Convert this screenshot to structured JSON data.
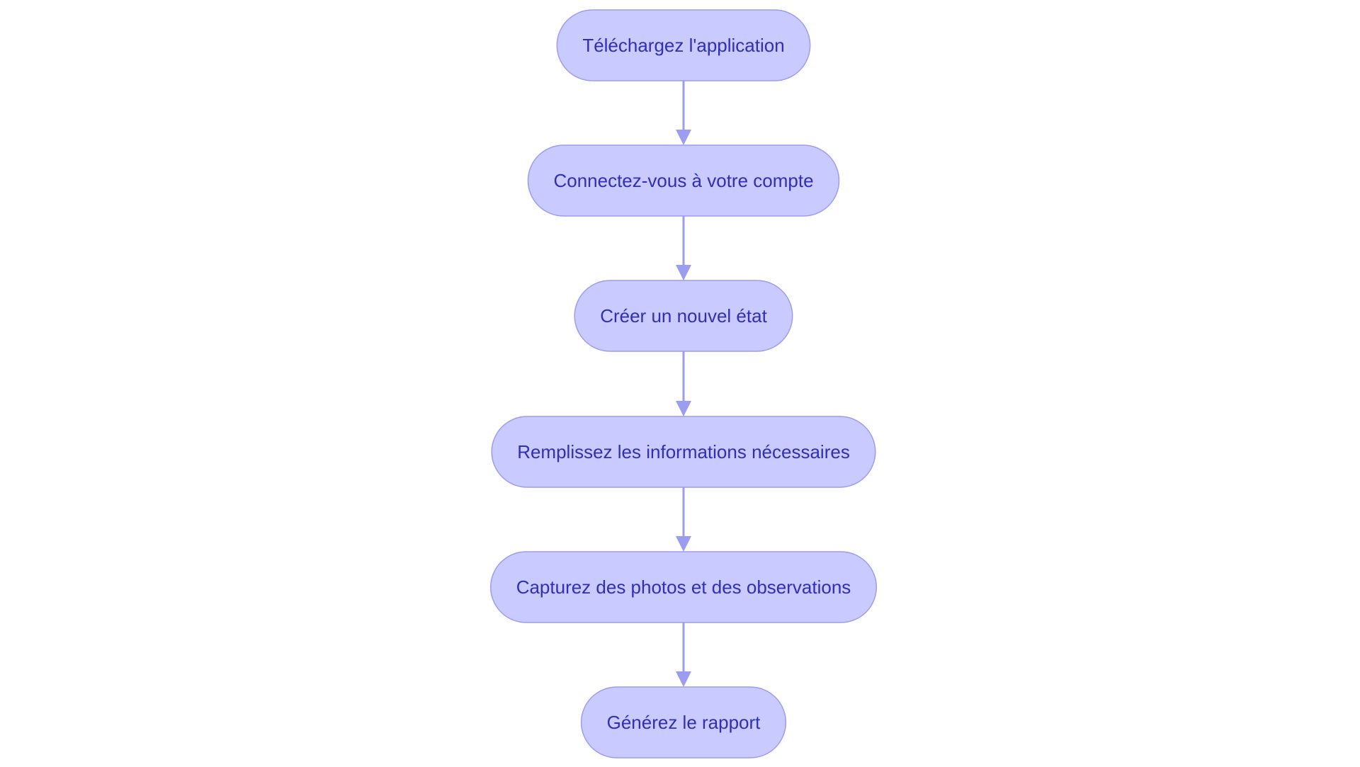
{
  "diagram": {
    "type": "flowchart",
    "direction": "top-to-bottom",
    "colors": {
      "node_fill": "#c9caff",
      "node_stroke": "#9c9df0",
      "node_text": "#2f2fb8",
      "edge": "#9c9df0",
      "background": "#ffffff"
    },
    "nodes": [
      {
        "id": "n1",
        "label": "Téléchargez l'application"
      },
      {
        "id": "n2",
        "label": "Connectez-vous à votre compte"
      },
      {
        "id": "n3",
        "label": "Créer un nouvel état"
      },
      {
        "id": "n4",
        "label": "Remplissez les informations nécessaires"
      },
      {
        "id": "n5",
        "label": "Capturez des photos et des observations"
      },
      {
        "id": "n6",
        "label": "Générez le rapport"
      }
    ],
    "edges": [
      {
        "from": "n1",
        "to": "n2"
      },
      {
        "from": "n2",
        "to": "n3"
      },
      {
        "from": "n3",
        "to": "n4"
      },
      {
        "from": "n4",
        "to": "n5"
      },
      {
        "from": "n5",
        "to": "n6"
      }
    ]
  }
}
